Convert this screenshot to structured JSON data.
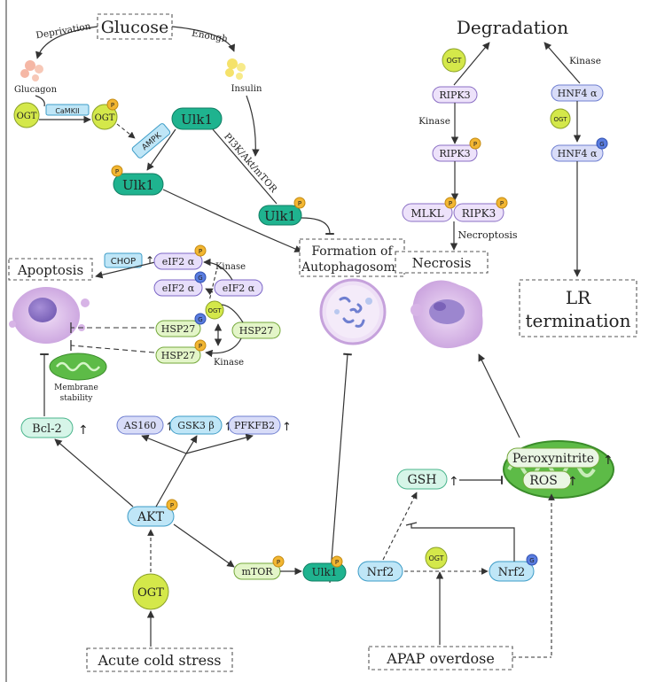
{
  "nodes": {
    "glucose": "Glucose",
    "deprivation": "Deprivation",
    "enough": "Enough",
    "glucagon": "Glucagon",
    "insulin": "Insulin",
    "ogt": "OGT",
    "camkii": "CaMKII",
    "ampk": "AMPK",
    "ulk1": "Ulk1",
    "pi3k": "PI3K/Akt/mTOR",
    "formation1": "Formation of",
    "formation2": "Autophagosome",
    "apoptosis": "Apoptosis",
    "chop": "CHOP",
    "eif2a": "eIF2 α",
    "kinase": "Kinase",
    "hsp27": "HSP27",
    "membrane1": "Membrane",
    "membrane2": "stability",
    "bcl2": "Bcl-2",
    "as160": "AS160",
    "gsk3b": "GSK3 β",
    "pfkfb2": "PFKFB2",
    "akt": "AKT",
    "mtor": "mTOR",
    "acute": "Acute cold stress",
    "degradation": "Degradation",
    "ripk3": "RIPK3",
    "hnf4a": "HNF4 α",
    "mlkl": "MLKL",
    "necroptosis": "Necroptosis",
    "necrosis": "Necrosis",
    "lr1": "LR",
    "lr2": "termination",
    "gsh": "GSH",
    "peroxynitrite": "Peroxynitrite",
    "ros": "ROS",
    "nrf2": "Nrf2",
    "apap": "APAP overdose",
    "p": "P",
    "g": "G",
    "up": "↑"
  },
  "colors": {
    "teal": "#1fb38f",
    "ogt": "#d4e84a",
    "pill_light": "#e3f5c8",
    "lavender": "#e7defa",
    "blue_light": "#bfe6f7",
    "violet_light": "#d8dcf8",
    "mint": "#d6f5e8",
    "p_badge": "#f2b632",
    "g_badge": "#5a7de0",
    "cell": "#d7b4e6",
    "mito": "#5dbb47"
  }
}
